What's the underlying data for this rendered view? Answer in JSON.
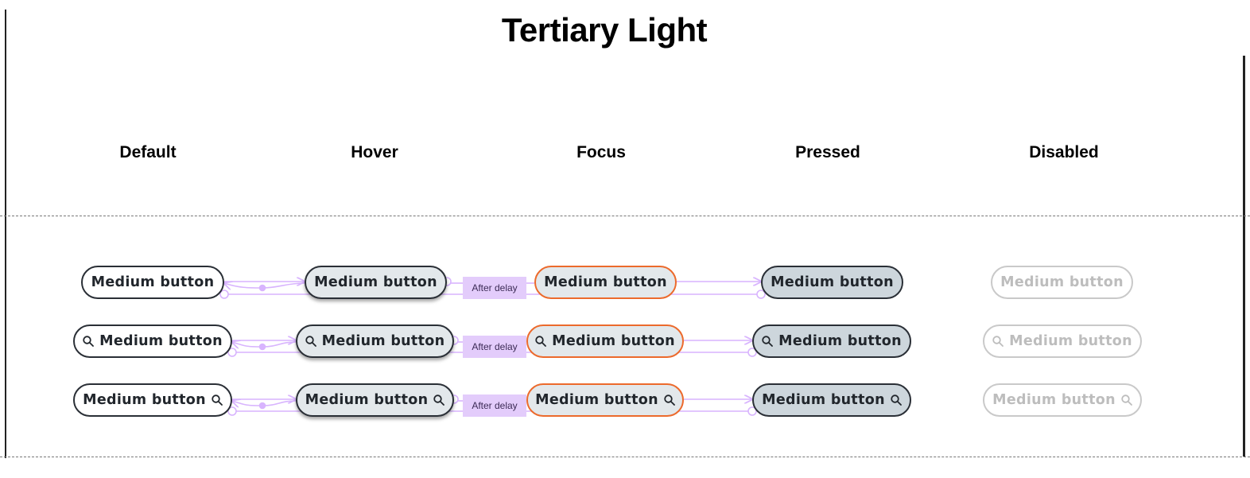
{
  "title": "Tertiary Light",
  "columns": [
    "Default",
    "Hover",
    "Focus",
    "Pressed",
    "Disabled"
  ],
  "button_label": "Medium button",
  "transition_label": "After delay",
  "colors": {
    "border": "#2a2f36",
    "hover_bg": "#e3e8eb",
    "pressed_bg": "#cdd6dc",
    "focus_ring": "#ec6a2c",
    "disabled": "#c9c9c9",
    "prototype_flow": "#d8b4fe"
  },
  "icons": {
    "search": "search-icon"
  }
}
